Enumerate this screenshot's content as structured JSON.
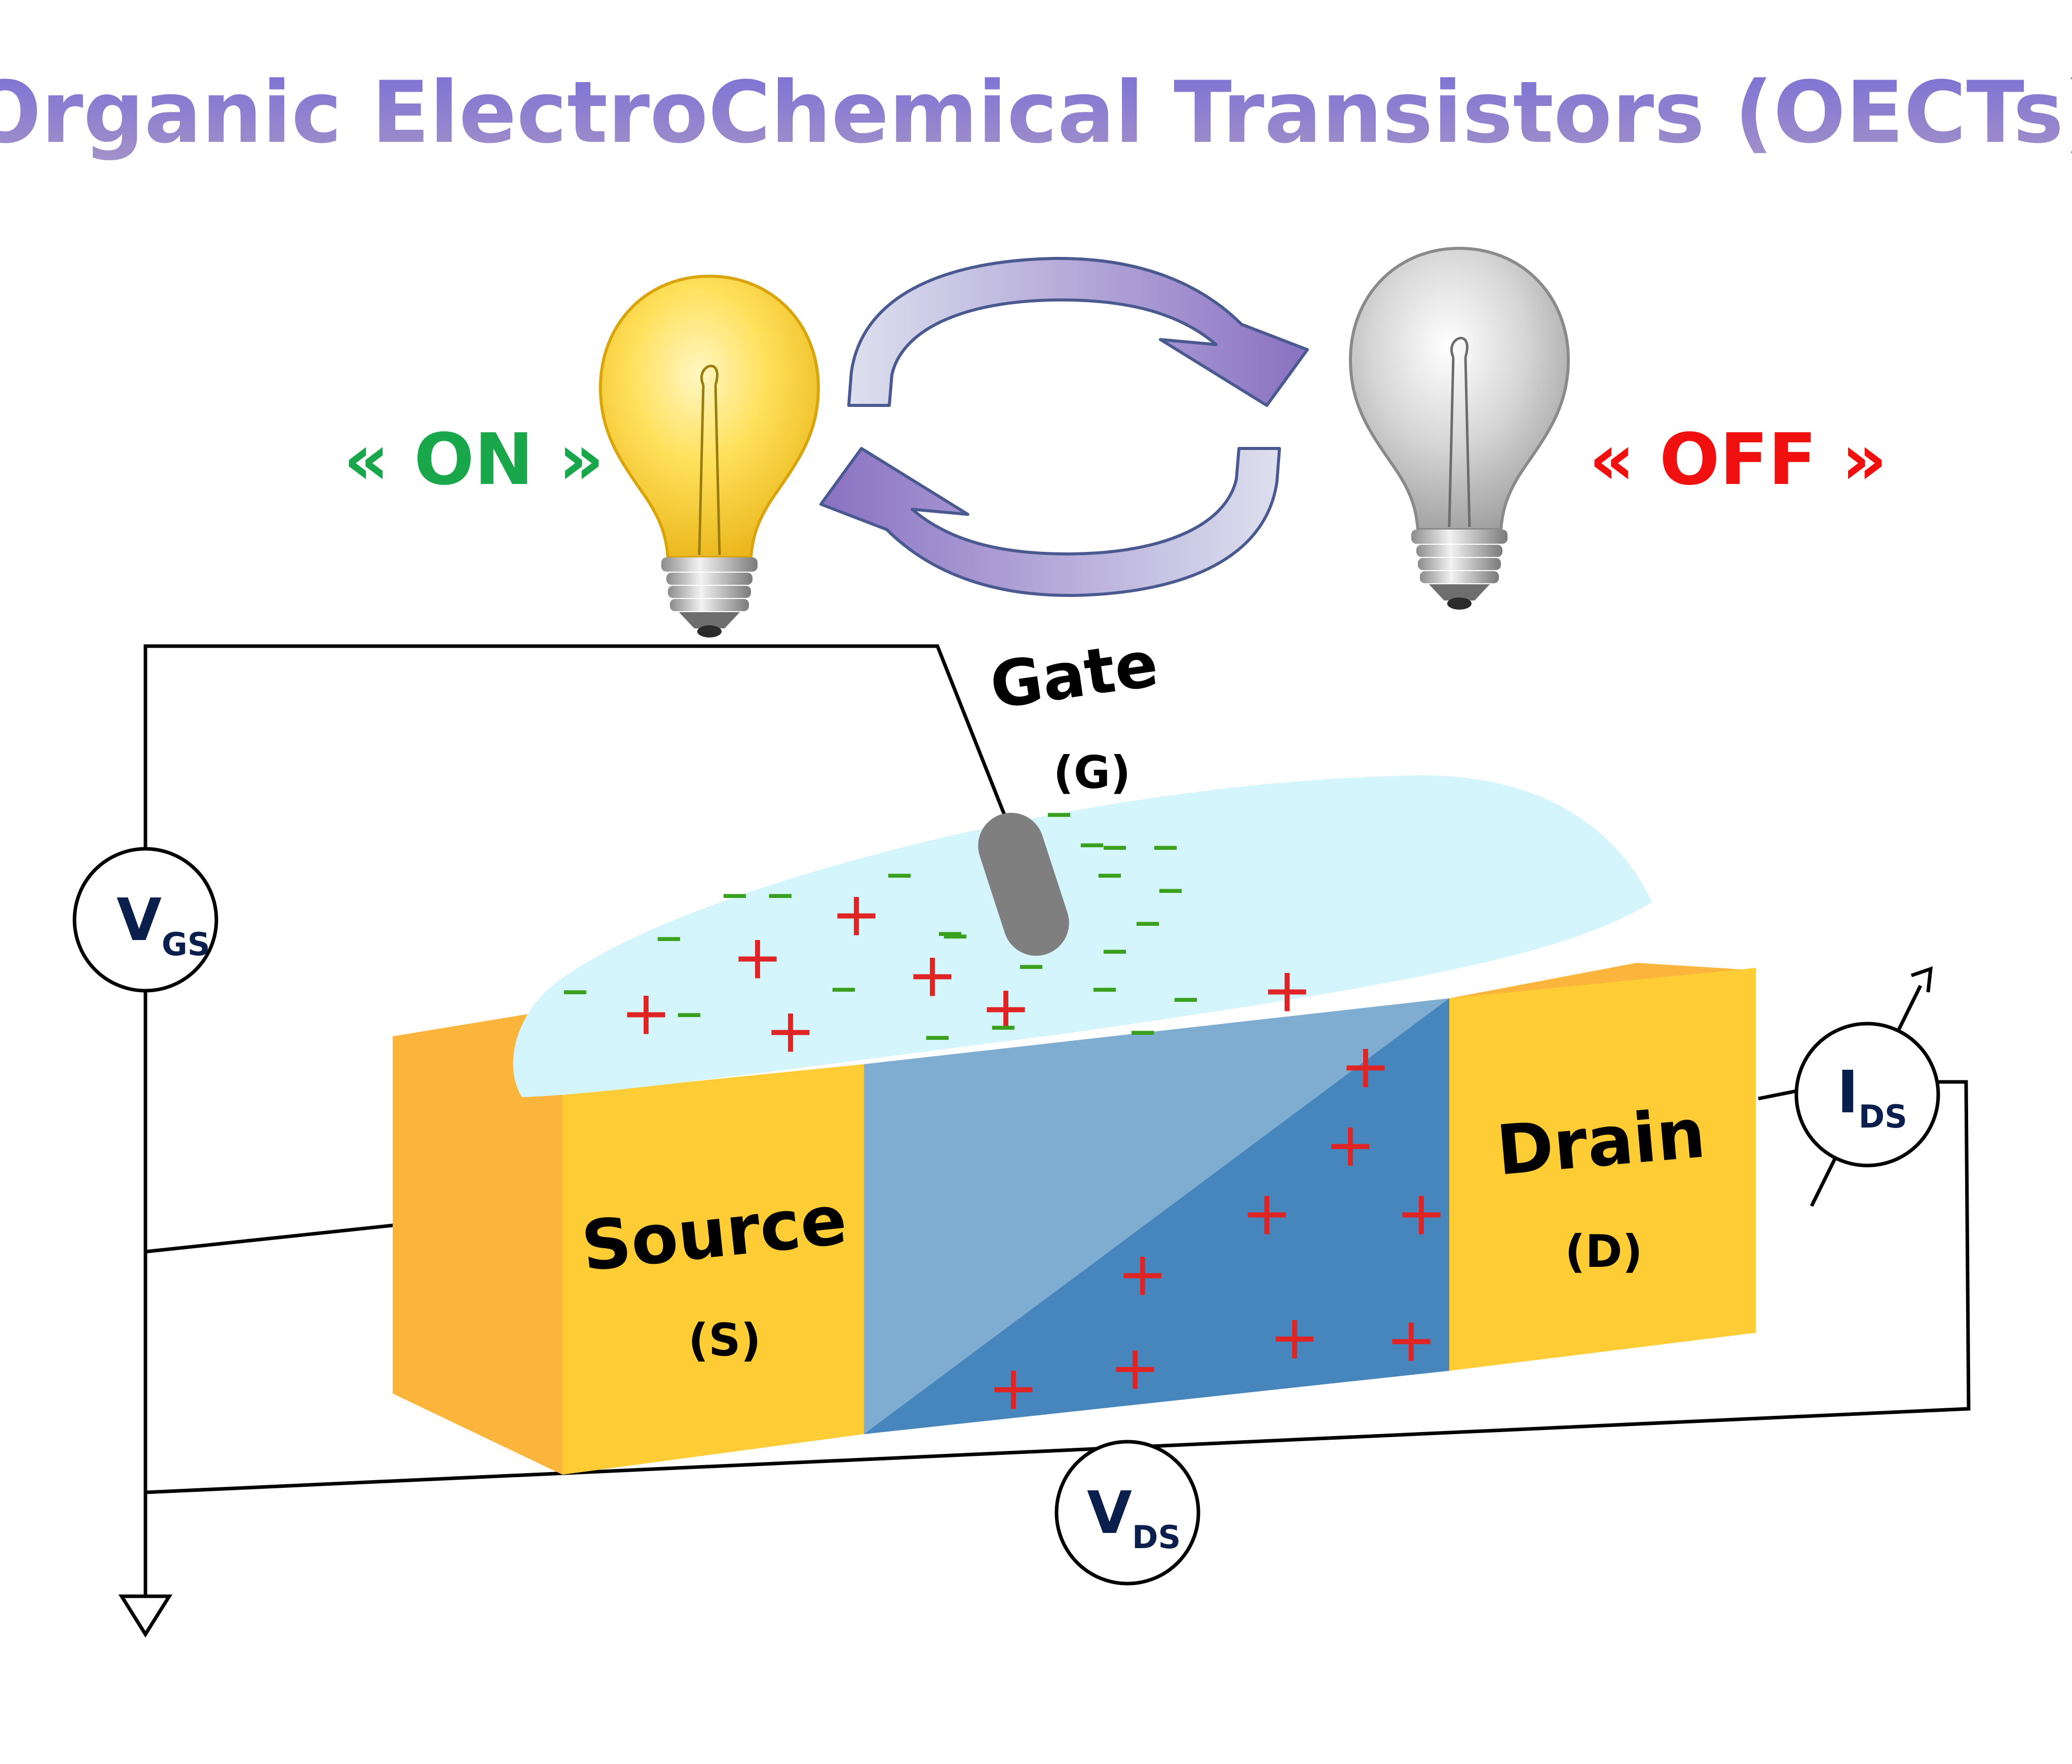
{
  "title": "Organic ElectroChemical Transistors (OECTs)",
  "states": {
    "on": "« ON »",
    "off": "« OFF »"
  },
  "electrodes": {
    "gate": {
      "name": "Gate",
      "abbr": "(G)"
    },
    "source": {
      "name": "Source",
      "abbr": "(S)"
    },
    "drain": {
      "name": "Drain",
      "abbr": "(D)"
    }
  },
  "meters": {
    "vgs": {
      "main": "V",
      "sub": "GS"
    },
    "ids": {
      "main": "I",
      "sub": "DS"
    },
    "vds": {
      "main": "V",
      "sub": "DS"
    }
  },
  "symbols": {
    "cation": "+",
    "anion": "–"
  },
  "colors": {
    "title_start": "#7a6fd6",
    "title_end": "#9a8ac8",
    "on_text": "#1aa64a",
    "off_text": "#f01010",
    "electrode_front": "#fecd36",
    "electrode_side": "#fbb53c",
    "channel_light": "#7fadd2",
    "channel_dark": "#4786bd",
    "electrolyte": "#d4f5fb",
    "cation": "#e02424",
    "anion": "#3aa11f",
    "gate_electrode": "#7f7f7f",
    "meter_text": "#0b1f4d"
  }
}
